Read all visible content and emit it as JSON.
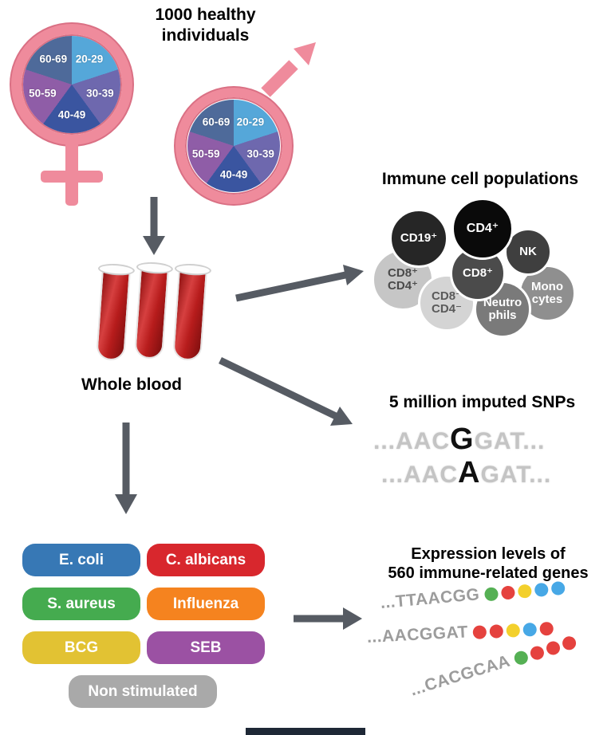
{
  "demographics": {
    "title": "1000 healthy\nindividuals",
    "age_groups": [
      "20-29",
      "30-39",
      "40-49",
      "50-59",
      "60-69"
    ],
    "segment_colors": [
      "#55a7d9",
      "#6e68ae",
      "#3a55a0",
      "#8f5da7",
      "#4e6a9a"
    ],
    "symbol_color": "#ef8b9c"
  },
  "blood": {
    "label": "Whole blood"
  },
  "arrow_color": "#565b63",
  "immune": {
    "title": "Immune cell populations",
    "cells": [
      {
        "label": "CD19⁺",
        "bg": "#262626",
        "fg": "#ffffff"
      },
      {
        "label": "CD4⁺",
        "bg": "#0a0a0a",
        "fg": "#ffffff"
      },
      {
        "label": "NK",
        "bg": "#3f3f3f",
        "fg": "#ffffff"
      },
      {
        "label": "CD8⁺",
        "bg": "#4b4b4b",
        "fg": "#ffffff"
      },
      {
        "label": "CD8⁺\nCD4⁺",
        "bg": "#c6c6c6",
        "fg": "#4a4a4a"
      },
      {
        "label": "Mono\ncytes",
        "bg": "#8f8f8f",
        "fg": "#ffffff"
      },
      {
        "label": "CD8⁻\nCD4⁻",
        "bg": "#d4d4d4",
        "fg": "#5a5a5a"
      },
      {
        "label": "Neutro\nphils",
        "bg": "#7a7a7a",
        "fg": "#ffffff"
      }
    ]
  },
  "snps": {
    "title": "5 million imputed SNPs",
    "sequences": [
      {
        "pre": "...AAC",
        "variant": "G",
        "post": "GAT..."
      },
      {
        "pre": "...AAC",
        "variant": "A",
        "post": "GAT..."
      }
    ]
  },
  "stimuli": {
    "items": [
      {
        "label": "E. coli",
        "color": "#3778b5"
      },
      {
        "label": "C. albicans",
        "color": "#d8272d"
      },
      {
        "label": "S. aureus",
        "color": "#45ab4f"
      },
      {
        "label": "Influenza",
        "color": "#f5831f"
      },
      {
        "label": "BCG",
        "color": "#e2c233"
      },
      {
        "label": "SEB",
        "color": "#9b51a3"
      },
      {
        "label": "Non stimulated",
        "color": "#a9a9a9"
      }
    ]
  },
  "expression": {
    "title": "Expression levels of\n560 immune-related genes",
    "dot_colors": {
      "green": "#55b054",
      "red": "#e5423e",
      "yellow": "#f3d02c",
      "blue": "#47a8e6"
    },
    "reads": [
      {
        "sequence": "...TTAACGG",
        "dots": [
          "green",
          "red",
          "yellow",
          "blue",
          "blue"
        ]
      },
      {
        "sequence": "...AACGGAT",
        "dots": [
          "red",
          "red",
          "yellow",
          "blue",
          "red"
        ]
      },
      {
        "sequence": "...CACGCAA",
        "dots": [
          "green",
          "red",
          "red",
          "red"
        ]
      }
    ]
  }
}
